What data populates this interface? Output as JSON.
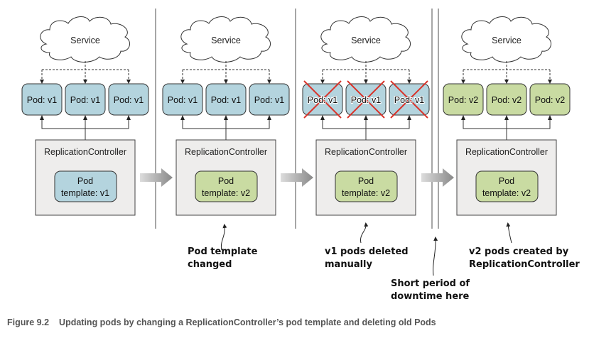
{
  "colors": {
    "pod_v1": "#b4d4de",
    "pod_v2": "#c9dba2",
    "rc_fill": "#eeedec",
    "delete_mark": "#d9342b"
  },
  "panels": [
    {
      "service": "Service",
      "pods": [
        "Pod: v1",
        "Pod: v1",
        "Pod: v1"
      ],
      "pod_version": "v1",
      "deleted": false,
      "rc_label": "ReplicationController",
      "template_line1": "Pod",
      "template_line2": "template: v1",
      "template_version": "v1"
    },
    {
      "service": "Service",
      "pods": [
        "Pod: v1",
        "Pod: v1",
        "Pod: v1"
      ],
      "pod_version": "v1",
      "deleted": false,
      "rc_label": "ReplicationController",
      "template_line1": "Pod",
      "template_line2": "template: v2",
      "template_version": "v2"
    },
    {
      "service": "Service",
      "pods": [
        "Pod: v1",
        "Pod: v1",
        "Pod: v1"
      ],
      "pod_version": "v1",
      "deleted": true,
      "rc_label": "ReplicationController",
      "template_line1": "Pod",
      "template_line2": "template: v2",
      "template_version": "v2"
    },
    {
      "service": "Service",
      "pods": [
        "Pod: v2",
        "Pod: v2",
        "Pod: v2"
      ],
      "pod_version": "v2",
      "deleted": false,
      "rc_label": "ReplicationController",
      "template_line1": "Pod",
      "template_line2": "template: v2",
      "template_version": "v2"
    }
  ],
  "callouts": {
    "template_changed": [
      "Pod template",
      "changed"
    ],
    "v1_deleted": [
      "v1 pods deleted",
      "manually"
    ],
    "downtime": [
      "Short period of",
      "downtime here"
    ],
    "v2_created": [
      "v2 pods created by",
      "ReplicationController"
    ]
  },
  "caption": {
    "number": "Figure 9.2",
    "text": "Updating pods by changing a ReplicationController’s pod template and deleting old Pods"
  }
}
